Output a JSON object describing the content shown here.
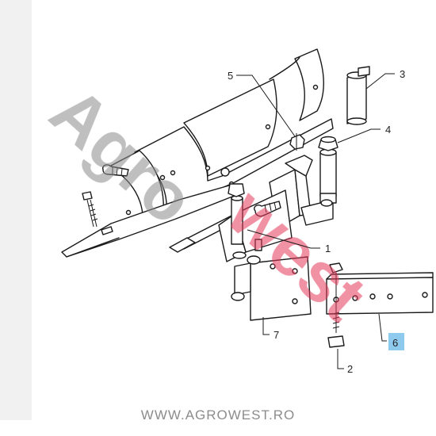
{
  "footer": {
    "url": "WWW.AGROWEST.RO"
  },
  "watermark": {
    "part1": "Agro",
    "part2": "west",
    "color1": "#8a8a8a",
    "color2": "#e33a5a"
  },
  "callouts": [
    {
      "id": "1",
      "label": "1"
    },
    {
      "id": "2",
      "label": "2"
    },
    {
      "id": "3",
      "label": "3"
    },
    {
      "id": "4",
      "label": "4"
    },
    {
      "id": "5",
      "label": "5"
    },
    {
      "id": "6",
      "label": "6",
      "highlighted": true,
      "highlight_color": "#8ec9ee"
    },
    {
      "id": "7",
      "label": "7"
    }
  ]
}
